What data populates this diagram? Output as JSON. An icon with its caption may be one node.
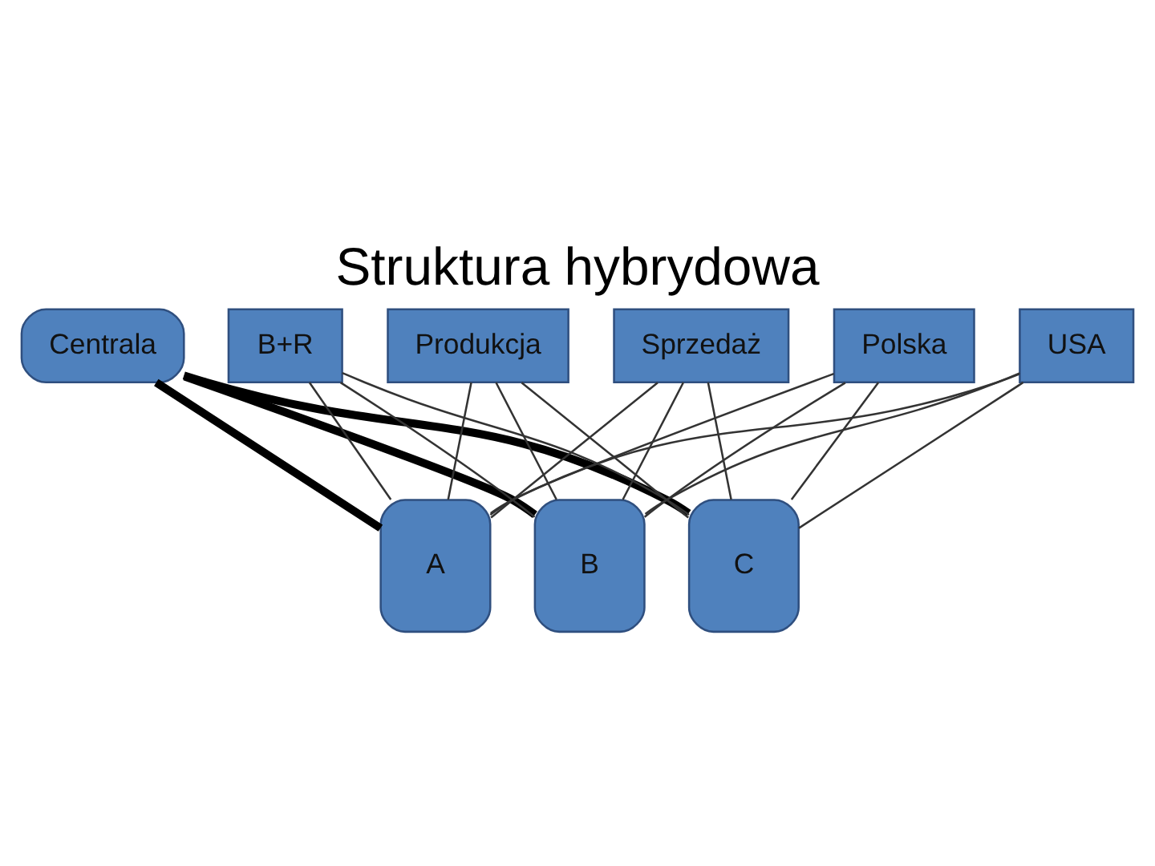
{
  "diagram": {
    "title": "Struktura hybrydowa",
    "nodes": [
      {
        "text": [
          "Centrala"
        ]
      },
      {
        "text": [
          "A"
        ]
      },
      {
        "text": [
          "B"
        ]
      },
      {
        "text": [
          "C"
        ]
      },
      {
        "text": [
          "B+R"
        ]
      },
      {
        "text": [
          "Produkcja"
        ]
      },
      {
        "text": [
          "Sprzedaż"
        ]
      },
      {
        "text": [
          "Polska"
        ]
      },
      {
        "text": [
          "USA"
        ]
      }
    ],
    "edges": [
      {
        "from": 0,
        "to": 1,
        "arrow": "none",
        "style": "thick"
      },
      {
        "from": 0,
        "to": 2,
        "arrow": "none",
        "style": "thick"
      },
      {
        "from": 0,
        "to": 3,
        "arrow": "none",
        "style": "thick"
      },
      {
        "from": 4,
        "to": 1,
        "arrow": "none"
      },
      {
        "from": 4,
        "to": 2,
        "arrow": "none"
      },
      {
        "from": 4,
        "to": 3,
        "arrow": "none"
      },
      {
        "from": 5,
        "to": 1,
        "arrow": "none"
      },
      {
        "from": 5,
        "to": 2,
        "arrow": "none"
      },
      {
        "from": 5,
        "to": 3,
        "arrow": "none"
      },
      {
        "from": 6,
        "to": 1,
        "arrow": "none"
      },
      {
        "from": 6,
        "to": 2,
        "arrow": "none"
      },
      {
        "from": 6,
        "to": 3,
        "arrow": "none"
      },
      {
        "from": 7,
        "to": 1,
        "arrow": "none"
      },
      {
        "from": 7,
        "to": 2,
        "arrow": "none"
      },
      {
        "from": 7,
        "to": 3,
        "arrow": "none"
      },
      {
        "from": 8,
        "to": 1,
        "arrow": "none"
      },
      {
        "from": 8,
        "to": 2,
        "arrow": "none"
      },
      {
        "from": 8,
        "to": 3,
        "arrow": "none"
      }
    ]
  }
}
